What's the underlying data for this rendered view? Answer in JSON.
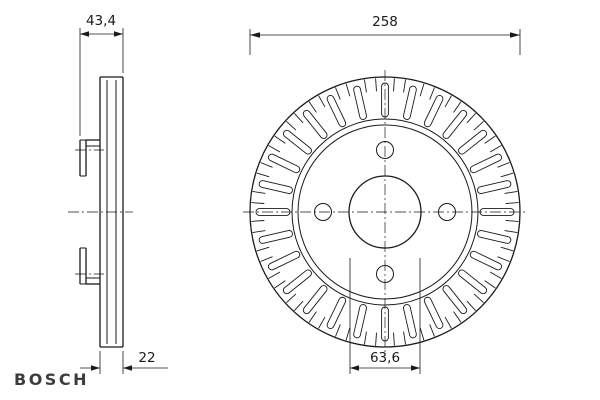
{
  "brand": {
    "logo_text": "BOSCH"
  },
  "dimensions": {
    "overall_width": "43,4",
    "outer_diameter": "258",
    "thickness": "22",
    "center_bore": "63,6"
  },
  "drawing": {
    "bolt_hole_count": 4,
    "vent_slot_count": 28,
    "line_color": "#1a1a1a",
    "background_color": "#ffffff",
    "logo_color": "#3d3d3d"
  }
}
